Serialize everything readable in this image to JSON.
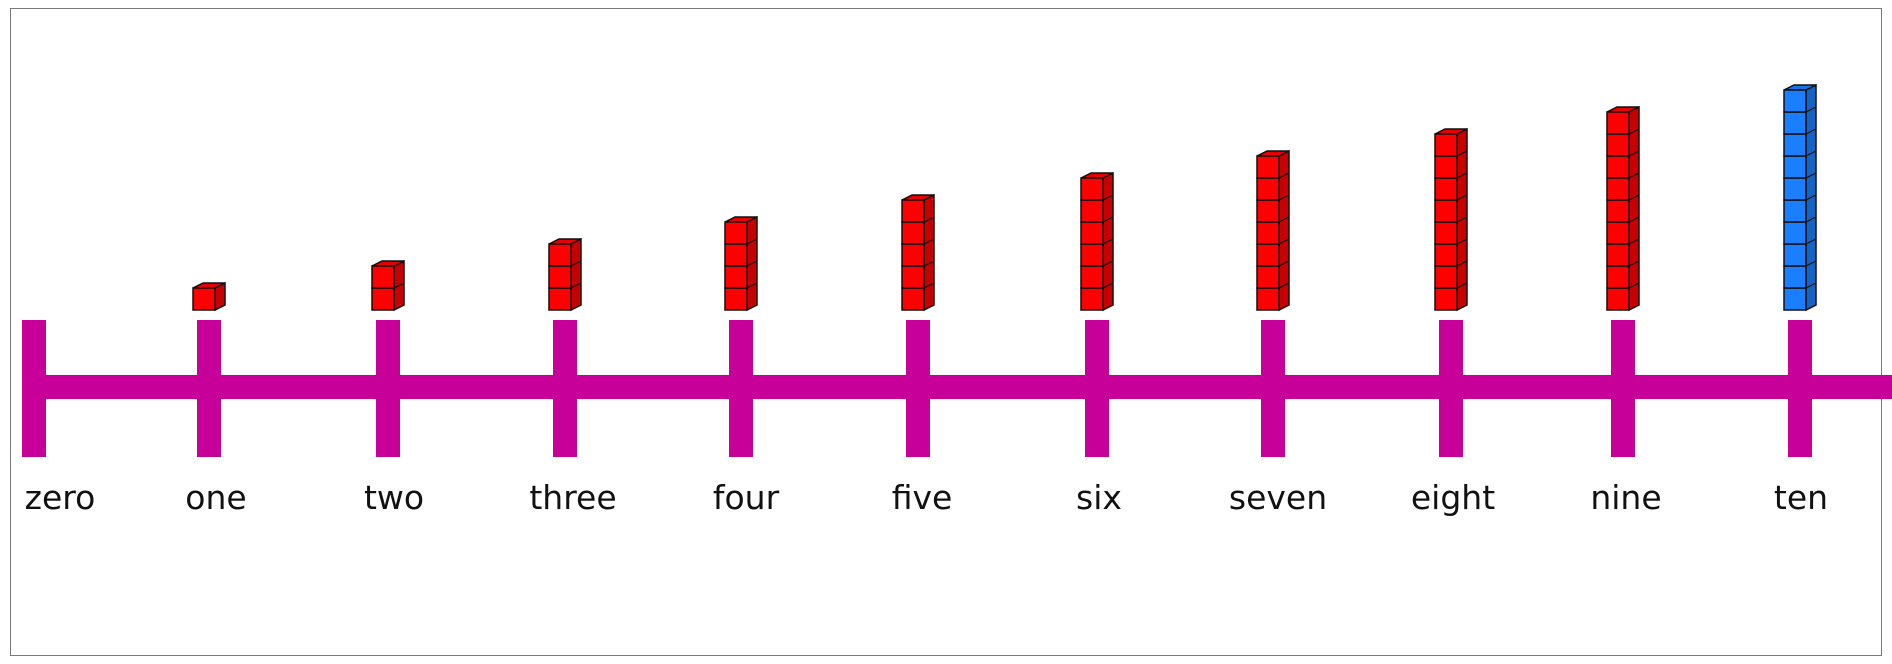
{
  "number_line": {
    "color": "#c7009a",
    "labels": [
      "zero",
      "one",
      "two",
      "three",
      "four",
      "five",
      "six",
      "seven",
      "eight",
      "nine",
      "ten"
    ]
  },
  "towers": {
    "cube_counts": [
      0,
      1,
      2,
      3,
      4,
      5,
      6,
      7,
      8,
      9,
      10
    ],
    "colors": {
      "ones": "#ff0000",
      "ten": "#1a7fff",
      "outline": "#111111"
    }
  }
}
